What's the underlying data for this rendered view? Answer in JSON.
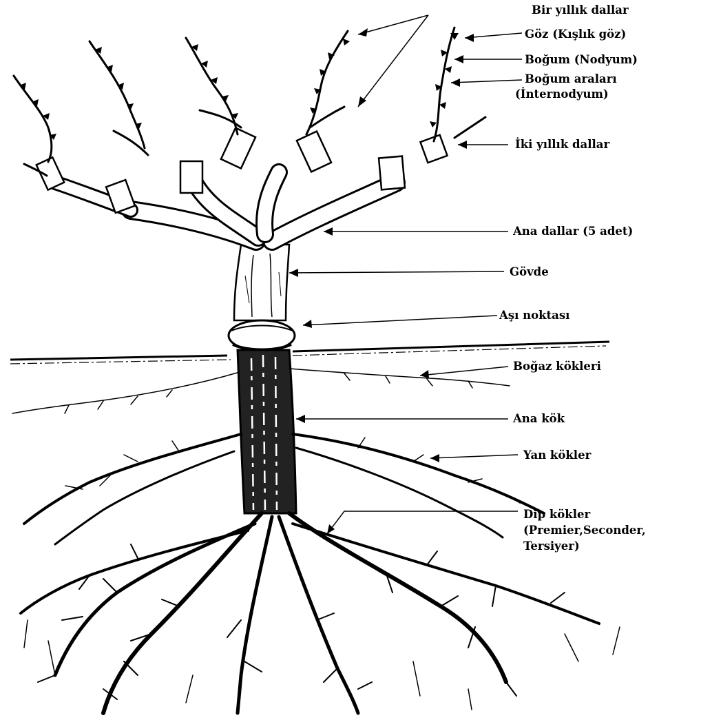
{
  "labels": {
    "annual_shoots": "Bir yıllık dallar",
    "bud": "Göz (Kışlık göz)",
    "node": "Boğum (Nodyum)",
    "internode_1": "Boğum araları",
    "internode_2": "(İnternodyum)",
    "biennial_shoots": "İki yıllık dallar",
    "main_branches": "Ana dallar (5 adet)",
    "trunk": "Gövde",
    "graft_point": "Aşı noktası",
    "collar_roots": "Boğaz kökleri",
    "main_root": "Ana kök",
    "lateral_roots": "Yan kökler",
    "basal_roots_1": "Dip kökler",
    "basal_roots_2": "(Premier,Seconder,",
    "basal_roots_3": "Tersiyer)"
  }
}
